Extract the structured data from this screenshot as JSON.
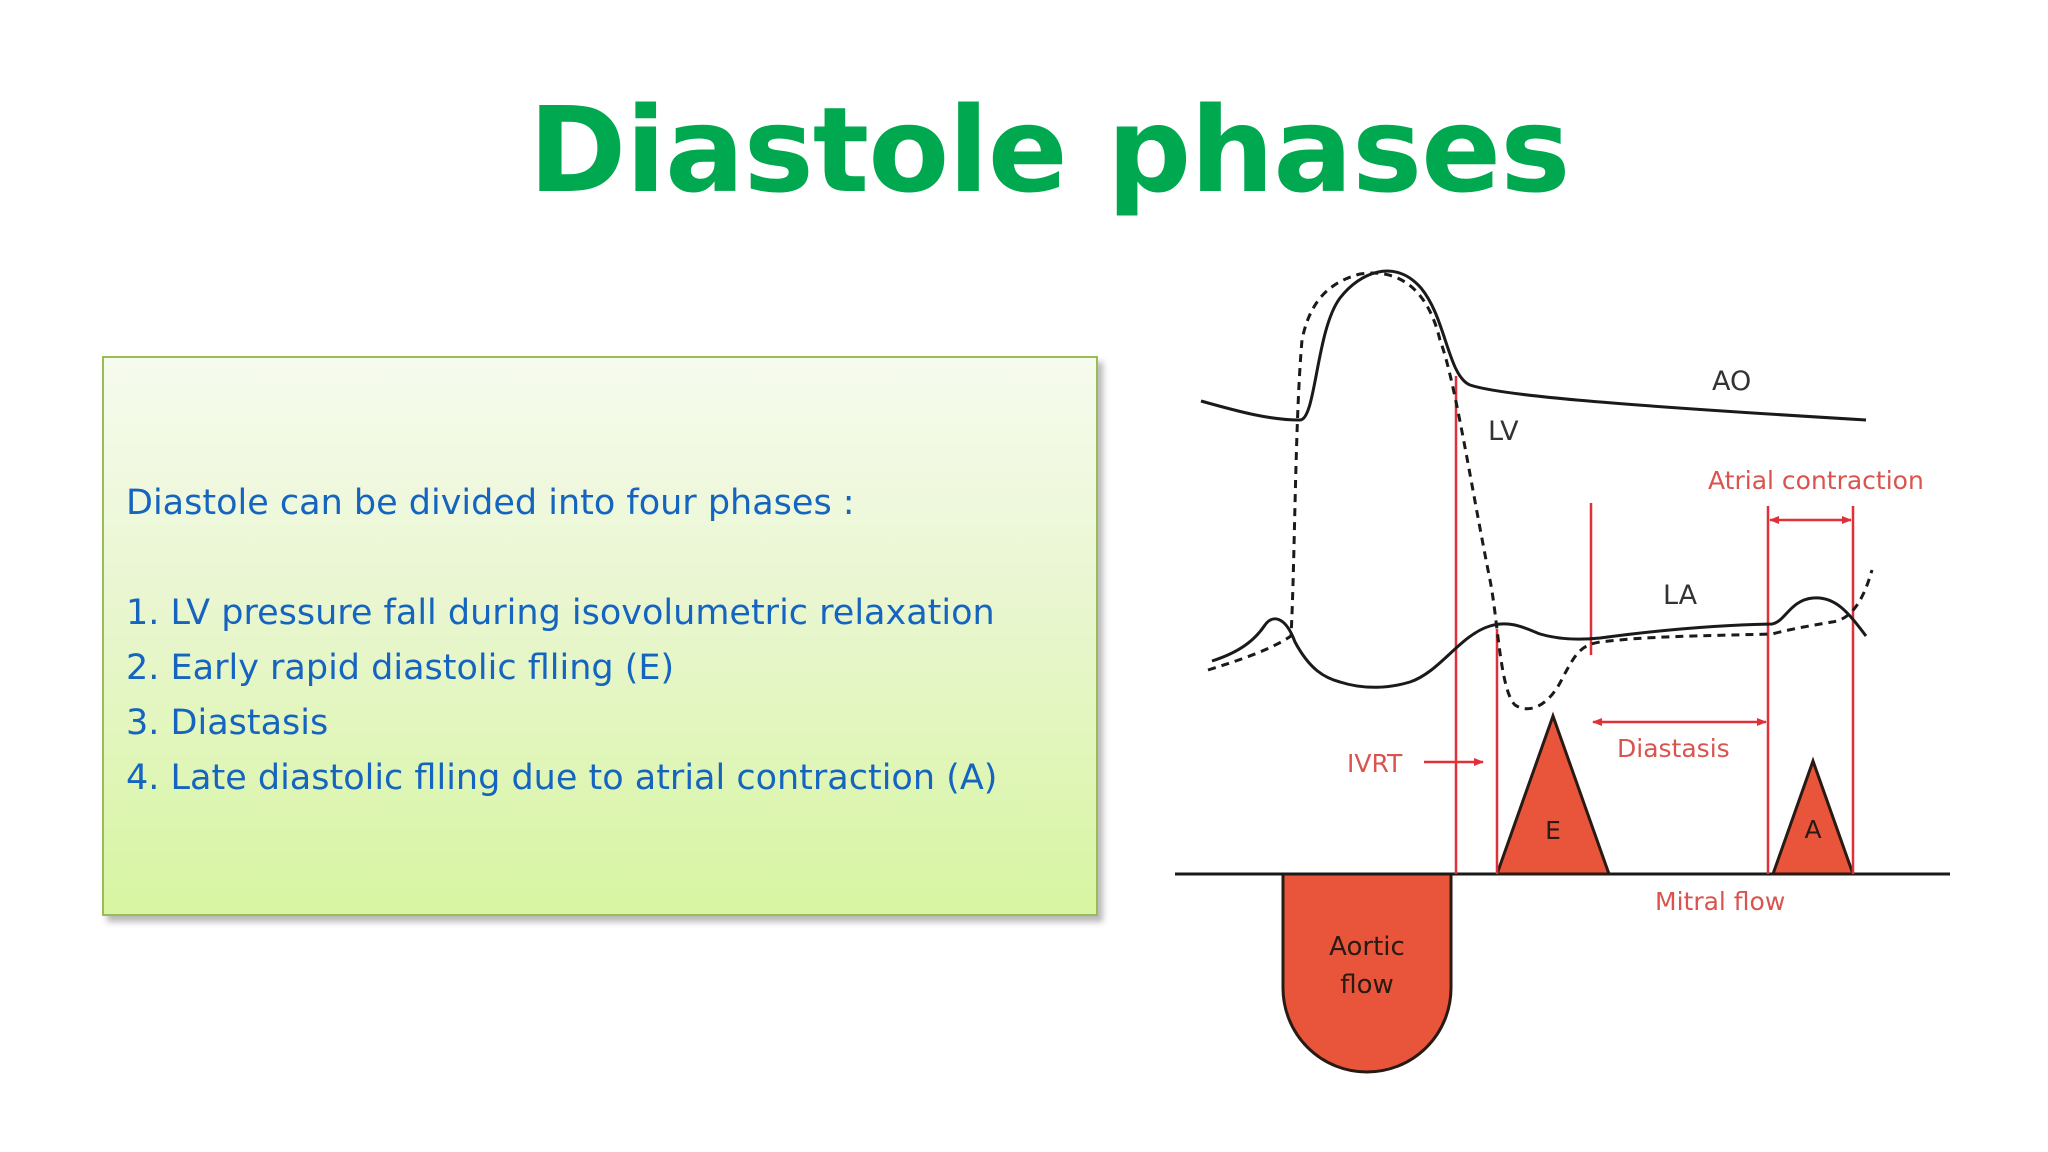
{
  "slide": {
    "title": "Diastole phases"
  },
  "text_box": {
    "intro": "Diastole can be divided into four phases :",
    "phases": [
      "1. LV pressure fall during isovolumetric relaxation",
      "2. Early rapid diastolic flling (E)",
      "3. Diastasis",
      "4. Late diastolic flling due to atrial contraction (A)"
    ]
  },
  "diagram": {
    "labels": {
      "ao": "AO",
      "lv": "LV",
      "la": "LA",
      "atrial_contraction": "Atrial contraction",
      "ivrt": "IVRT",
      "diastasis": "Diastasis",
      "e_wave": "E",
      "a_wave": "A",
      "mitral_flow": "Mitral flow",
      "aortic_flow_line1": "Aortic",
      "aortic_flow_line2": "flow"
    },
    "colors": {
      "pressure_curves": "#1a1a1a",
      "markers": "#e0303a",
      "flow_fill": "#e8553a",
      "red_text": "#d9534f"
    }
  }
}
